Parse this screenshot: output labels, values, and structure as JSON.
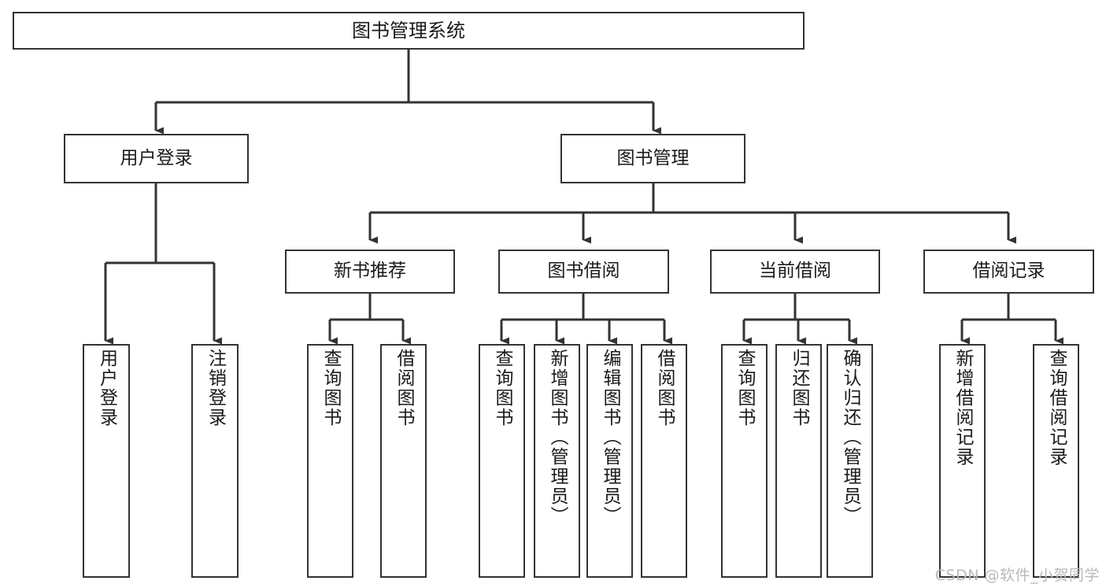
{
  "diagram": {
    "title": "图书管理系统",
    "type": "tree-hierarchy",
    "orientation": "top-down",
    "line_color": "#333333",
    "box_fill": "#ffffff",
    "text_color": "#1a1a1a",
    "watermark": "CSDN @软件_小贺同学",
    "levels": {
      "root": {
        "label": "图书管理系统"
      },
      "level2": [
        {
          "label": "用户登录"
        },
        {
          "label": "图书管理"
        }
      ],
      "level3": [
        {
          "label": "新书推荐"
        },
        {
          "label": "图书借阅"
        },
        {
          "label": "当前借阅"
        },
        {
          "label": "借阅记录"
        }
      ],
      "leaves": {
        "user_login": [
          {
            "label": "用户登录"
          },
          {
            "label": "注销登录"
          }
        ],
        "new_book_recommend": [
          {
            "label": "查询图书"
          },
          {
            "label": "借阅图书"
          }
        ],
        "book_borrow": [
          {
            "label": "查询图书"
          },
          {
            "label": "新增图书（管理员）"
          },
          {
            "label": "编辑图书（管理员）"
          },
          {
            "label": "借阅图书"
          }
        ],
        "current_borrow": [
          {
            "label": "查询图书"
          },
          {
            "label": "归还图书"
          },
          {
            "label": "确认归还（管理员）"
          }
        ],
        "borrow_records": [
          {
            "label": "新增借阅记录"
          },
          {
            "label": "查询借阅记录"
          }
        ]
      }
    }
  }
}
